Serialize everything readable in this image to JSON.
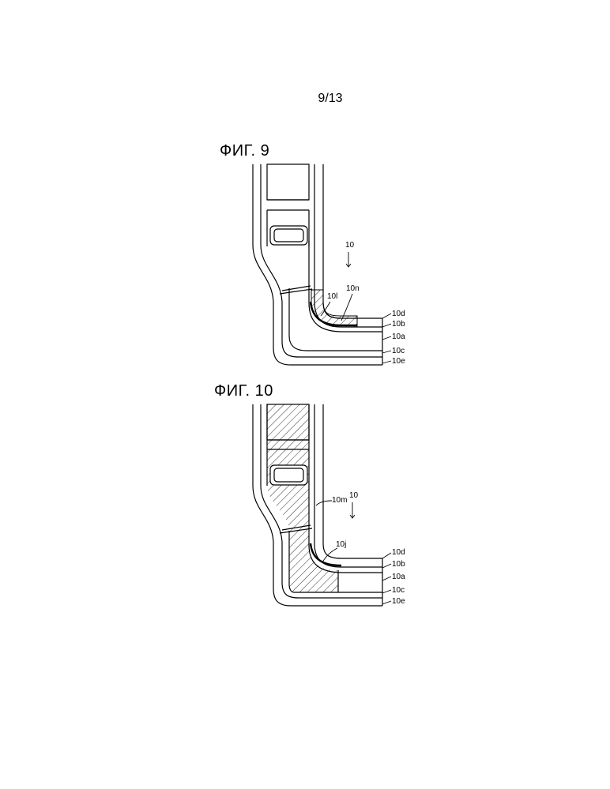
{
  "page": {
    "number": "9/13"
  },
  "figures": [
    {
      "title": "ФИГ. 9",
      "labels": {
        "ref": "10",
        "n": "10n",
        "l": "10l",
        "d": "10d",
        "b": "10b",
        "a": "10a",
        "c": "10c",
        "e": "10e"
      }
    },
    {
      "title": "ФИГ. 10",
      "labels": {
        "ref": "10",
        "m": "10m",
        "j": "10j",
        "d": "10d",
        "b": "10b",
        "a": "10a",
        "c": "10c",
        "e": "10e"
      }
    }
  ]
}
